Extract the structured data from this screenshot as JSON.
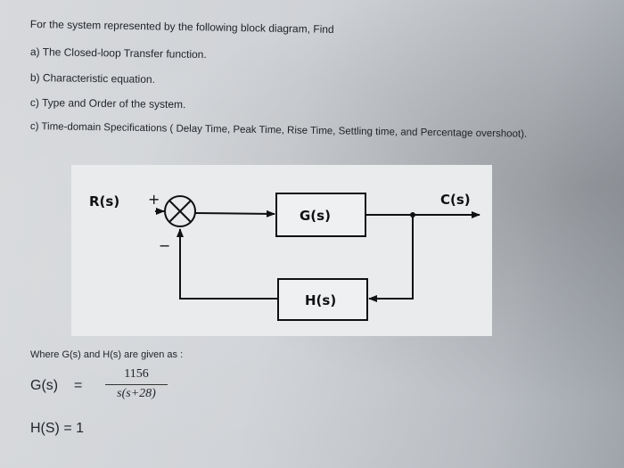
{
  "question": {
    "intro": "For the system represented by the following block diagram, Find",
    "parts": [
      "a) The Closed-loop Transfer function.",
      "b) Characteristic equation.",
      "c) Type and Order of the system.",
      "c) Time-domain Specifications ( Delay Time, Peak Time, Rise Time, Settling time, and Percentage overshoot)."
    ]
  },
  "diagram": {
    "input_label": "R(s)",
    "output_label": "C(s)",
    "plus_sign": "+",
    "minus_sign": "−",
    "forward_block": "G(s)",
    "feedback_block": "H(s)",
    "summing_junction_icon": "summing-junction-icon"
  },
  "given": {
    "where_text": "Where G(s) and H(s) are given as :",
    "g_lhs": "G(s)",
    "equals": "=",
    "g_numerator": "1156",
    "g_denominator": "s(s+28)",
    "h_equation": "H(S) = 1"
  }
}
